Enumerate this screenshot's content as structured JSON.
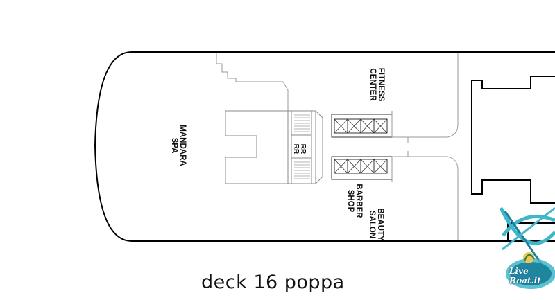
{
  "caption": "deck 16 poppa",
  "labels": {
    "spa": [
      "MANDARA",
      "SPA"
    ],
    "fitness": [
      "FITNESS",
      "CENTER"
    ],
    "barber": [
      "BARBER",
      "SHOP"
    ],
    "beauty": [
      "BEAUTY",
      "SALON"
    ],
    "restroom": [
      "RR",
      "RR"
    ]
  },
  "watermark": {
    "text": "Live Boat.it",
    "colors": {
      "ring": "#3fb7c9",
      "ring_dark": "#1a7f9a",
      "text": "#ffffff"
    }
  },
  "colors": {
    "outline": "#000000",
    "detail": "#9a9a9a",
    "background": "#ffffff"
  }
}
